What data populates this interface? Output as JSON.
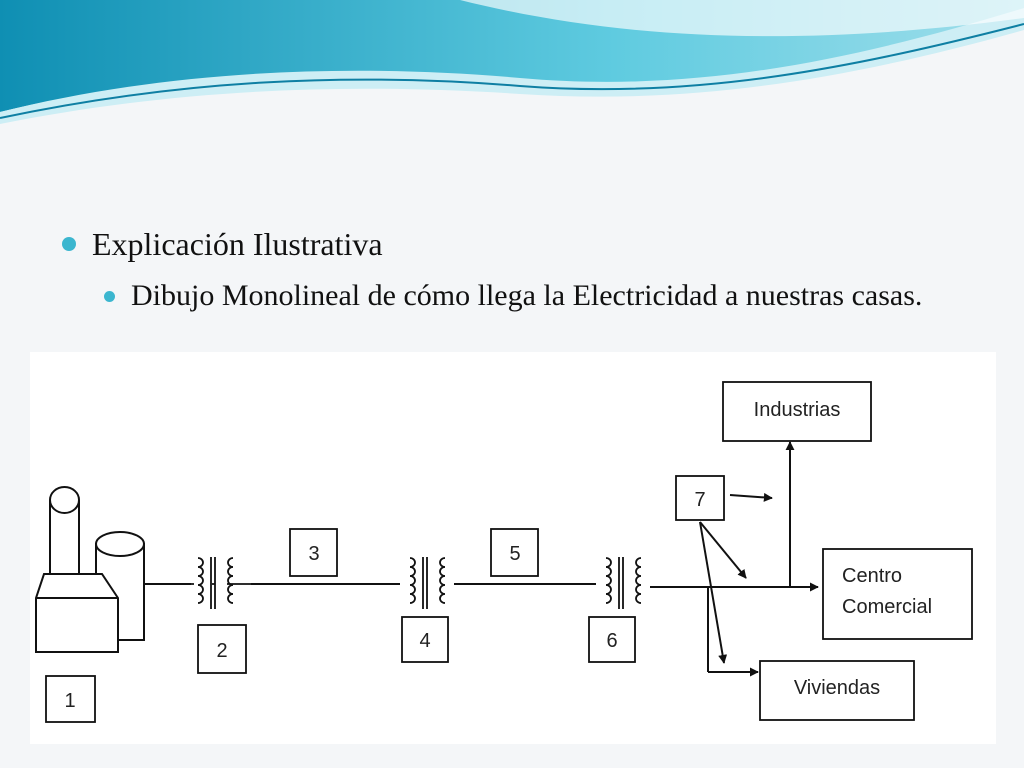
{
  "slide": {
    "bullet1": "Explicación Ilustrativa",
    "bullet2": "Dibujo Monolineal de cómo llega la Electricidad a nuestras casas."
  },
  "diagram": {
    "labels": {
      "n1": "1",
      "n2": "2",
      "n3": "3",
      "n4": "4",
      "n5": "5",
      "n6": "6",
      "n7": "7",
      "industrias": "Industrias",
      "centro_1": "Centro",
      "centro_2": "Comercial",
      "viviendas": "Viviendas"
    }
  },
  "colors": {
    "accent": "#3bb6cf",
    "wave_light": "#bfe8f1",
    "wave_dark": "#1aa3c4"
  }
}
